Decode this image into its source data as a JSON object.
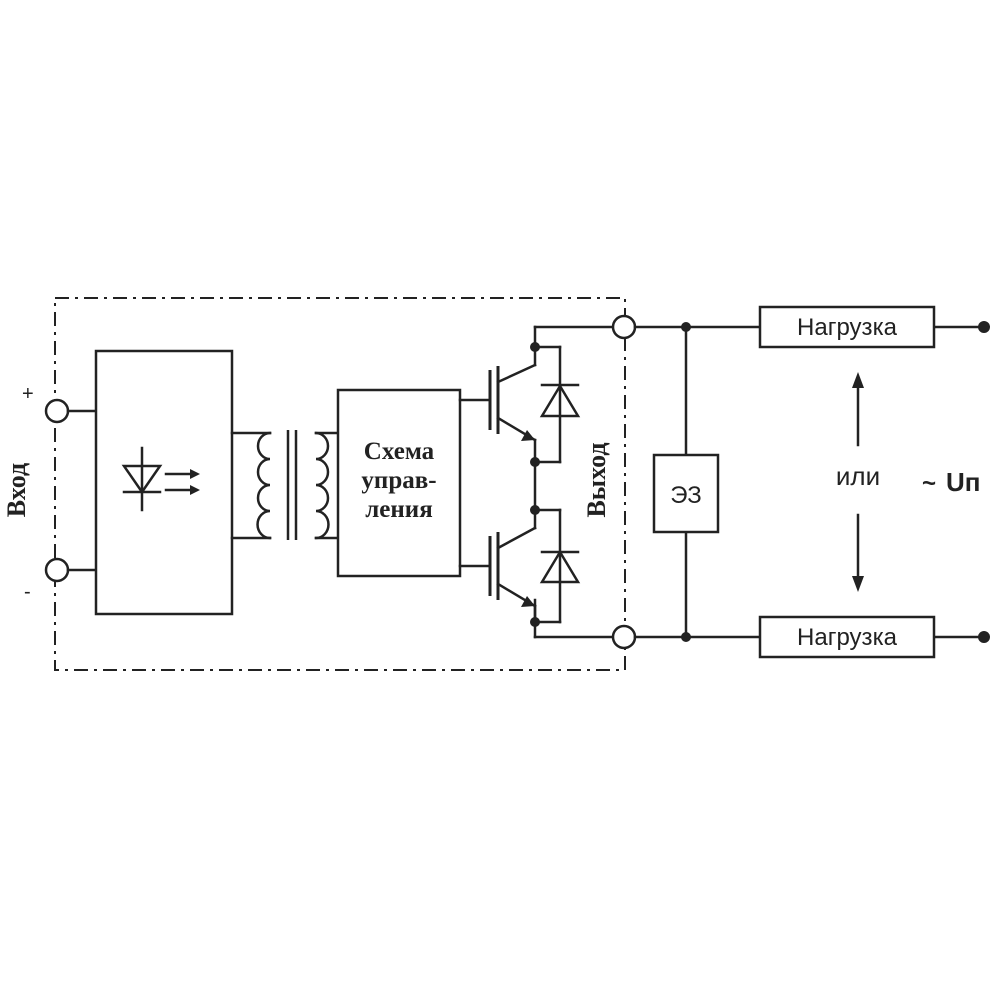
{
  "input": {
    "label": "Вход",
    "plus": "+",
    "minus": "-"
  },
  "control_block": {
    "line1": "Схема",
    "line2": "управ-",
    "line3": "ления"
  },
  "output_label": "Выход",
  "protection_label": "ЭЗ",
  "loads": {
    "top": "Нагрузка",
    "bottom": "Нагрузка"
  },
  "or_label": "или",
  "supply": {
    "symbol": "~",
    "label": "Uп"
  },
  "colors": {
    "ink": "#222222",
    "background": "#ffffff"
  }
}
